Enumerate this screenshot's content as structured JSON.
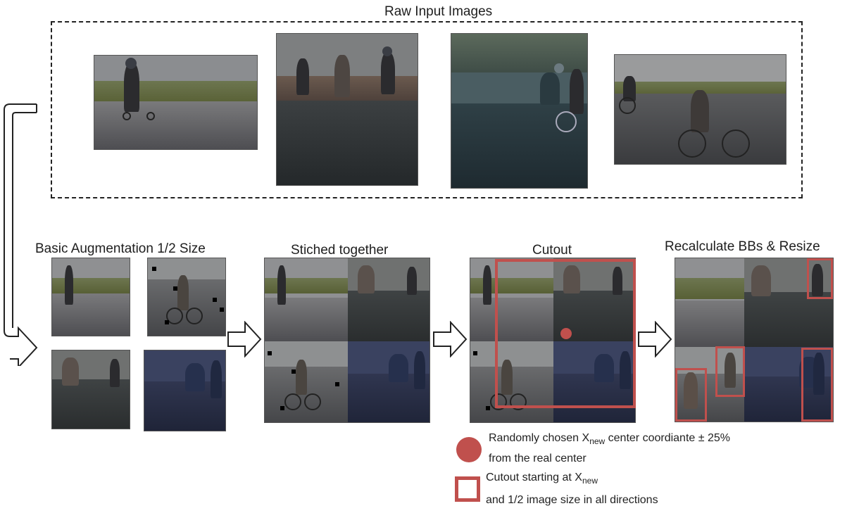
{
  "titles": {
    "raw": "Raw Input Images",
    "basic": "Basic Augmentation 1/2 Size",
    "stiched": "Stiched together",
    "cutout": "Cutout",
    "recalc": "Recalculate BBs & Resize"
  },
  "legend": {
    "dot_line1_pre": "Randomly chosen X",
    "dot_line1_sub": "new",
    "dot_line1_post": " center coordiante ± 25%",
    "dot_line2": "from the real center",
    "box_line1_pre": "Cutout starting at X",
    "box_line1_sub": "new",
    "box_line2": "and 1/2 image size in all directions"
  },
  "colors": {
    "accent_red": "#c0504d",
    "dashed_border": "#222222"
  }
}
